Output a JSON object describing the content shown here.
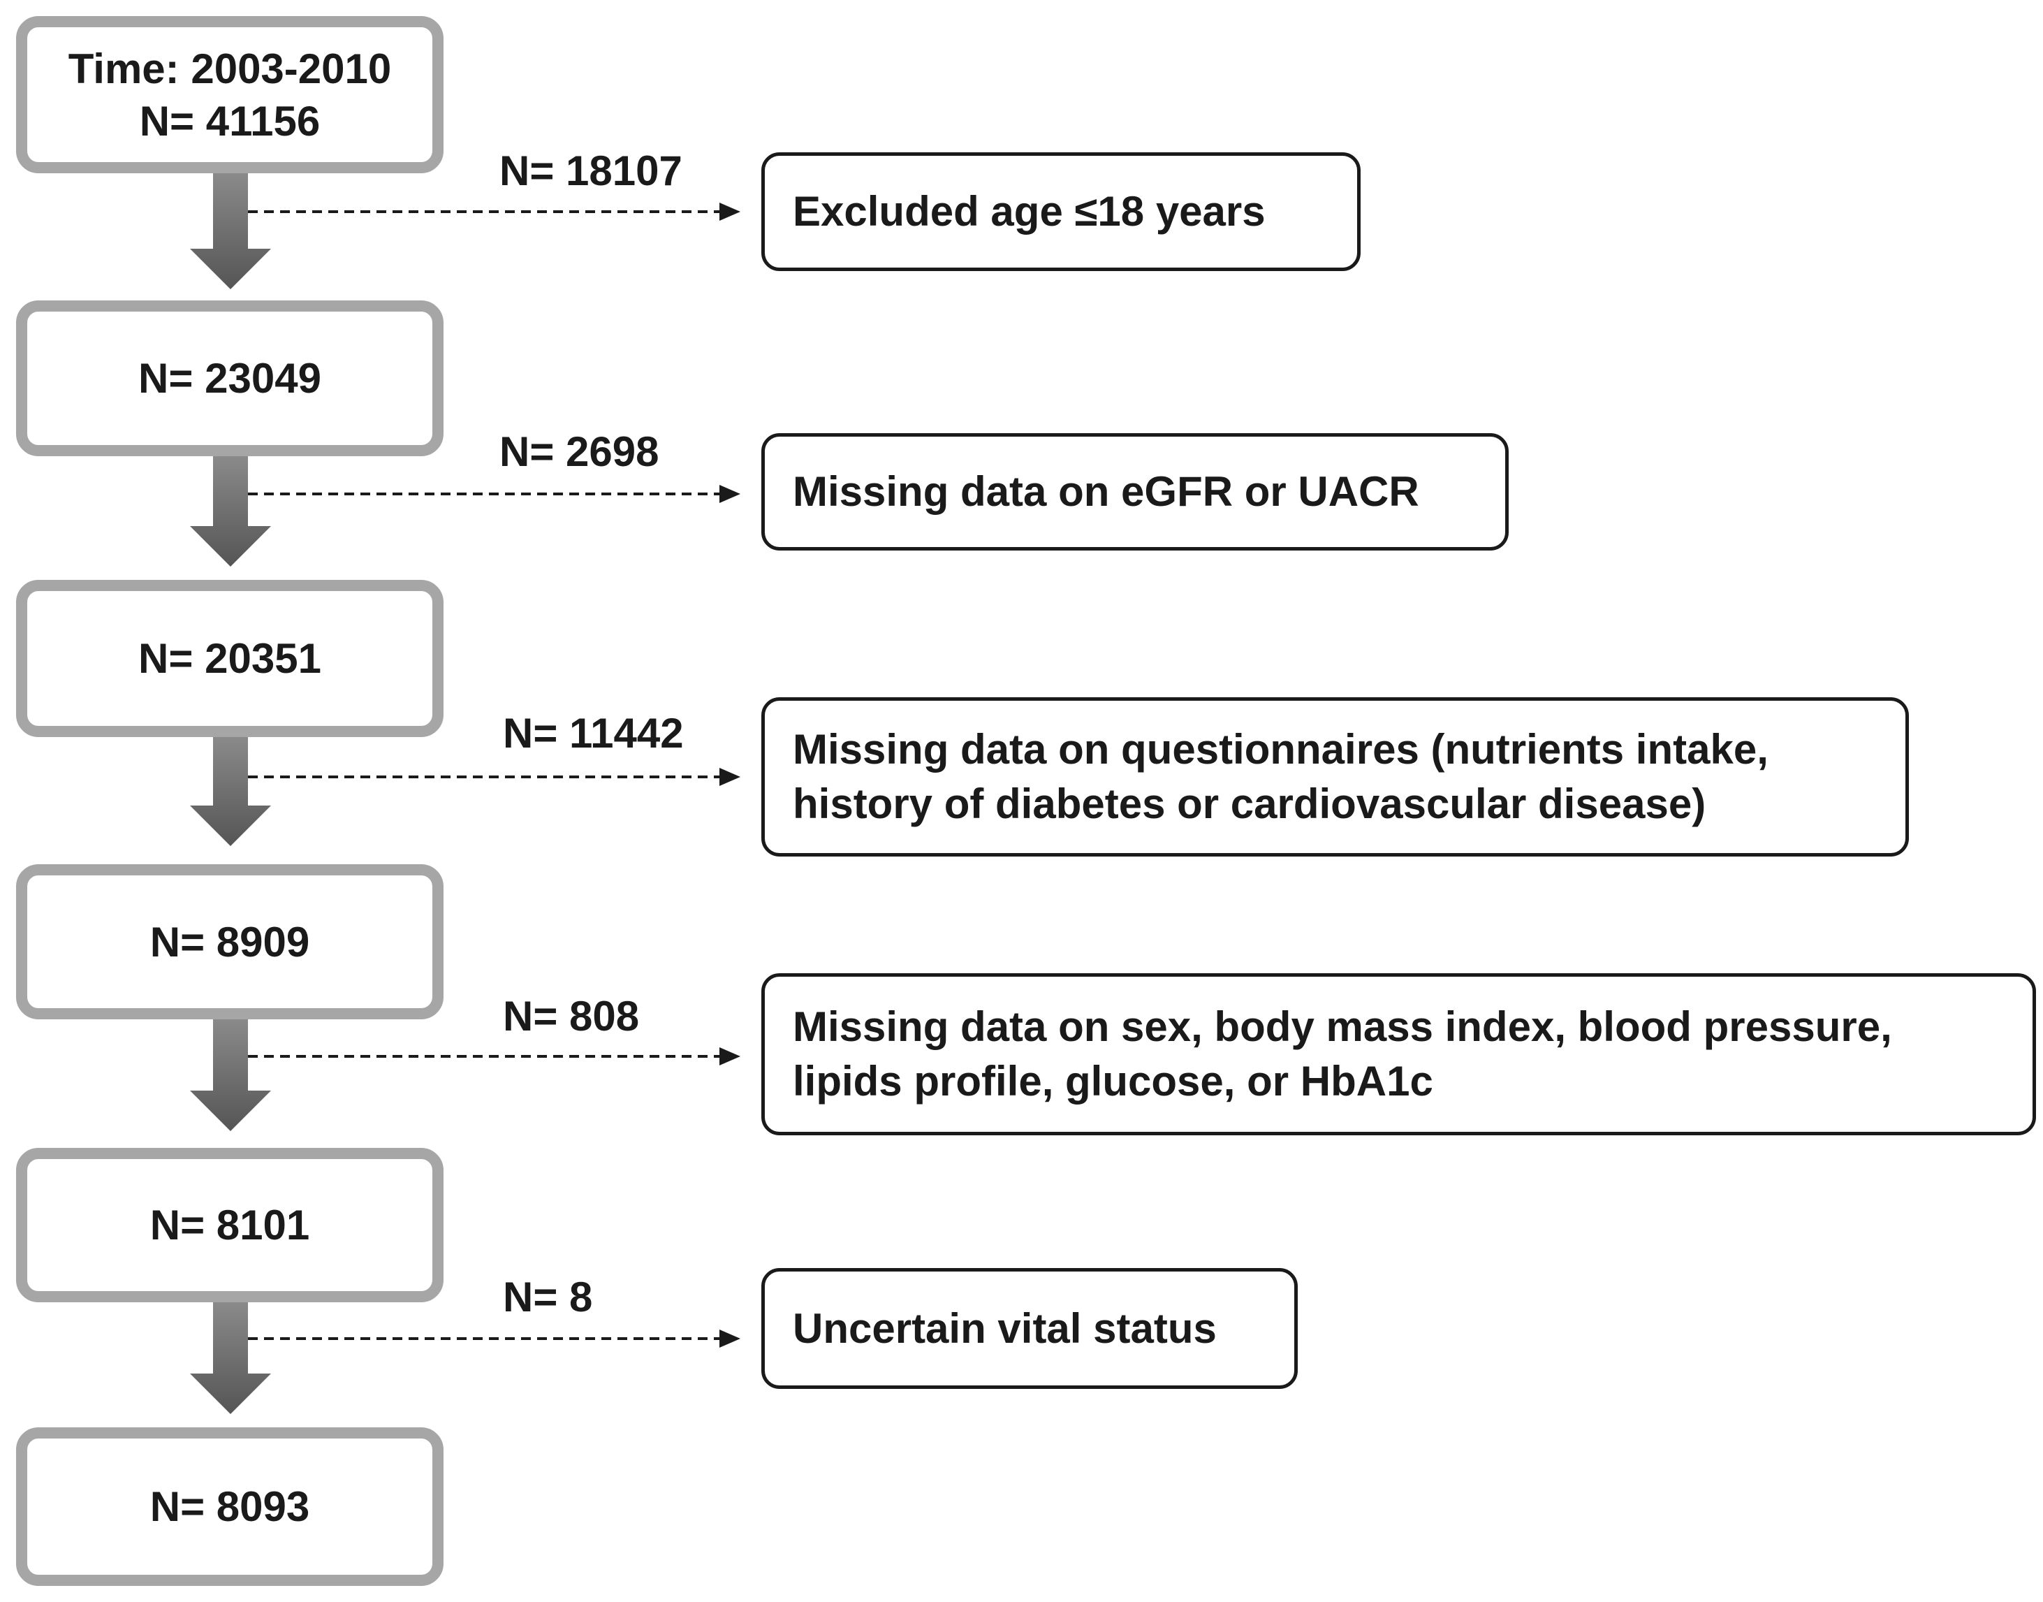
{
  "flowchart": {
    "stages": [
      {
        "lines": [
          "Time: 2003-2010",
          "N= 41156"
        ]
      },
      {
        "lines": [
          "N= 23049"
        ]
      },
      {
        "lines": [
          "N= 20351"
        ]
      },
      {
        "lines": [
          "N= 8909"
        ]
      },
      {
        "lines": [
          "N= 8101"
        ]
      },
      {
        "lines": [
          "N= 8093"
        ]
      }
    ],
    "exclusions": [
      {
        "count": "N= 18107",
        "lines": [
          "Excluded age ≤18 years"
        ]
      },
      {
        "count": "N= 2698",
        "lines": [
          "Missing data on eGFR or UACR"
        ]
      },
      {
        "count": "N= 11442",
        "lines": [
          "Missing data on questionnaires (nutrients intake,",
          "history of diabetes or cardiovascular disease)"
        ]
      },
      {
        "count": "N= 808",
        "lines": [
          "Missing data on sex, body mass index, blood pressure,",
          "lipids profile,  glucose, or HbA1c"
        ]
      },
      {
        "count": "N= 8",
        "lines": [
          "Uncertain vital  status"
        ]
      }
    ],
    "colors": {
      "stage_border": "#a6a6a6",
      "flow_arrow": "#6b6b6b",
      "exclusion_border": "#1a1a1a",
      "text": "#1a1a1a"
    }
  }
}
